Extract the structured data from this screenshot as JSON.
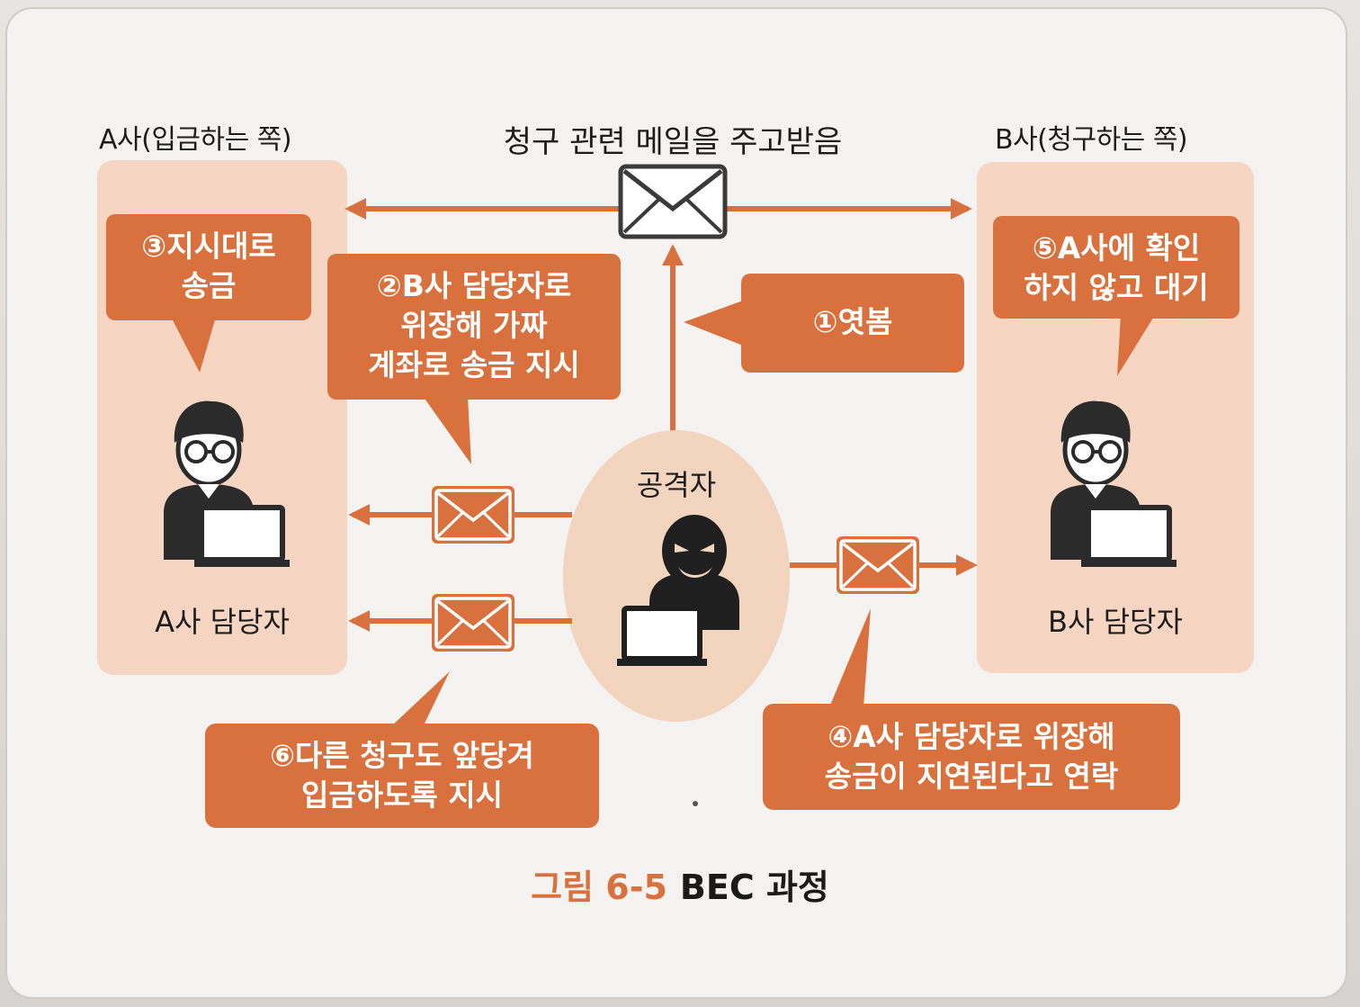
{
  "left_company": {
    "title": "A사(입금하는 쪽)",
    "person_label": "A사 담당자"
  },
  "right_company": {
    "title": "B사(청구하는 쪽)",
    "person_label": "B사 담당자"
  },
  "top_label": "청구 관련 메일을 주고받음",
  "attacker_label": "공격자",
  "steps": {
    "s1": "①엿봄",
    "s2_l1": "②B사 담당자로",
    "s2_l2": "위장해 가짜",
    "s2_l3": "계좌로 송금 지시",
    "s3_l1": "③지시대로",
    "s3_l2": "송금",
    "s4_l1": "④A사 담당자로 위장해",
    "s4_l2": "송금이 지연된다고 연락",
    "s5_l1": "⑤A사에 확인",
    "s5_l2": "하지 않고 대기",
    "s6_l1": "⑥다른 청구도 앞당겨",
    "s6_l2": "입금하도록 지시"
  },
  "figure": {
    "label": "그림 6-5",
    "title": "BEC 과정"
  },
  "colors": {
    "accent": "#d9713e",
    "panel": "#f6d6c3",
    "attacker_bg": "#f2d4bf",
    "ink": "#2b2b2b"
  },
  "icons": [
    "envelope-icon",
    "person-with-laptop-icon",
    "hacker-icon"
  ]
}
